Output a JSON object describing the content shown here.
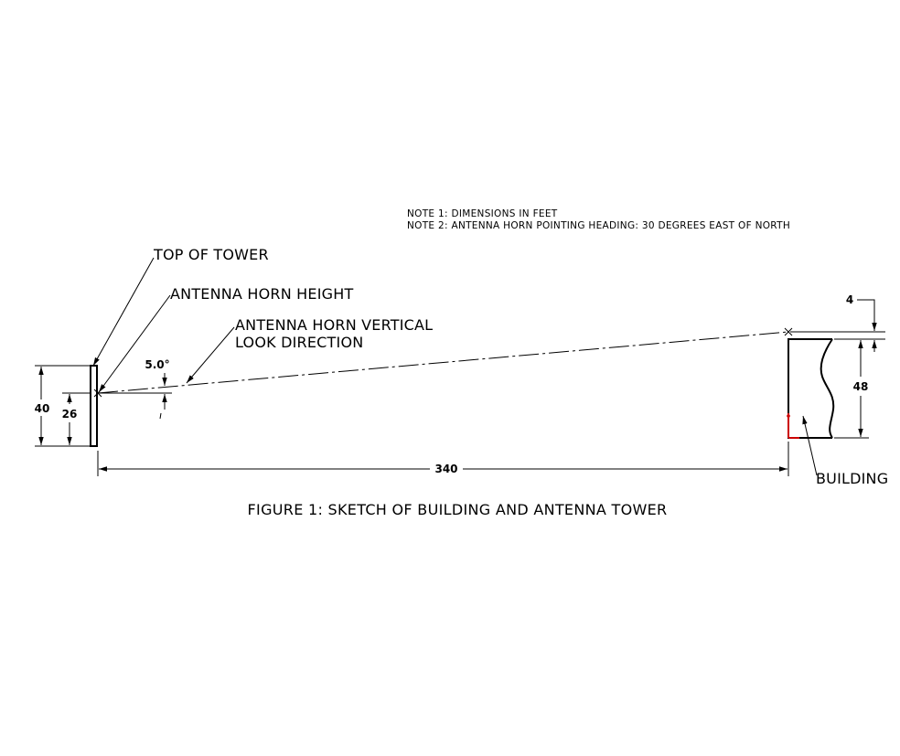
{
  "notes": {
    "note1": "NOTE 1: DIMENSIONS IN FEET",
    "note2": "NOTE 2: ANTENNA HORN POINTING HEADING: 30 DEGREES EAST OF NORTH"
  },
  "callouts": {
    "top_of_tower": "TOP OF TOWER",
    "antenna_horn_height": "ANTENNA HORN HEIGHT",
    "look_direction_line1": "ANTENNA HORN VERTICAL",
    "look_direction_line2": "LOOK DIRECTION",
    "building": "BUILDING"
  },
  "dimensions": {
    "tower_height": "40",
    "horn_height": "26",
    "angle": "5.0°",
    "distance": "340",
    "building_height": "48",
    "clearance": "4"
  },
  "caption": "FIGURE 1: SKETCH OF BUILDING AND ANTENNA TOWER",
  "colors": {
    "ink": "#000000",
    "accent": "#cc0000"
  }
}
